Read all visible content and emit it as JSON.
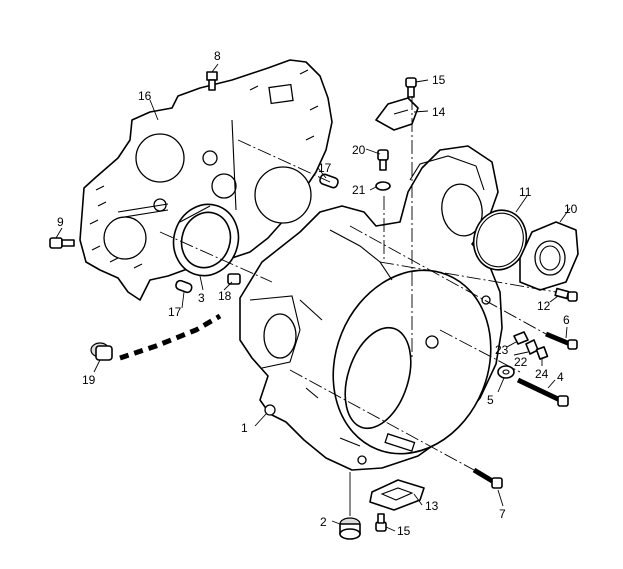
{
  "callouts": [
    {
      "id": "c1",
      "label": "1"
    },
    {
      "id": "c2",
      "label": "2"
    },
    {
      "id": "c3",
      "label": "3"
    },
    {
      "id": "c4",
      "label": "4"
    },
    {
      "id": "c5",
      "label": "5"
    },
    {
      "id": "c6",
      "label": "6"
    },
    {
      "id": "c7",
      "label": "7"
    },
    {
      "id": "c8",
      "label": "8"
    },
    {
      "id": "c9",
      "label": "9"
    },
    {
      "id": "c10",
      "label": "10"
    },
    {
      "id": "c11",
      "label": "11"
    },
    {
      "id": "c12",
      "label": "12"
    },
    {
      "id": "c13",
      "label": "13"
    },
    {
      "id": "c14",
      "label": "14"
    },
    {
      "id": "c15a",
      "label": "15"
    },
    {
      "id": "c15b",
      "label": "15"
    },
    {
      "id": "c16",
      "label": "16"
    },
    {
      "id": "c17a",
      "label": "17"
    },
    {
      "id": "c17b",
      "label": "17"
    },
    {
      "id": "c18",
      "label": "18"
    },
    {
      "id": "c19",
      "label": "19"
    },
    {
      "id": "c20",
      "label": "20"
    },
    {
      "id": "c21",
      "label": "21"
    },
    {
      "id": "c22",
      "label": "22"
    },
    {
      "id": "c23",
      "label": "23"
    },
    {
      "id": "c24",
      "label": "24"
    }
  ]
}
